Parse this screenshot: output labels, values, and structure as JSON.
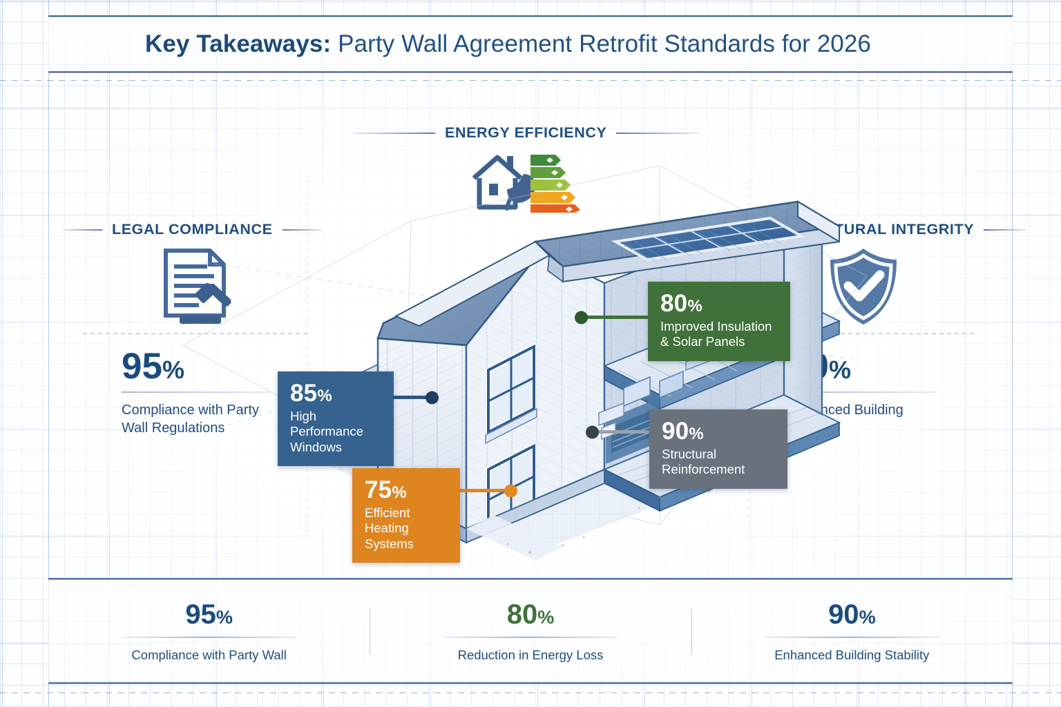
{
  "header": {
    "title_strong": "Key Takeaways:",
    "title_rest": " Party Wall Agreement Retrofit Standards for 2026"
  },
  "sections": {
    "energy": {
      "label": "ENERGY EFFICIENCY",
      "icon": "energy-rating-house-leaf-icon"
    },
    "legal": {
      "label": "LEGAL COMPLIANCE",
      "icon": "document-gavel-icon",
      "percent": "95",
      "percent_symbol": "%",
      "description": "Compliance with Party Wall Regulations"
    },
    "structural": {
      "label": "STRUCTURAL INTEGRITY",
      "icon": "shield-check-icon",
      "percent": "90",
      "percent_symbol": "%",
      "description": "Enhanced Building Stability"
    }
  },
  "callouts": [
    {
      "id": "insulation",
      "percent": "80",
      "percent_symbol": "%",
      "label": "Improved Insulation & Solar Panels",
      "color": "#41713a"
    },
    {
      "id": "windows",
      "percent": "85",
      "percent_symbol": "%",
      "label": "High Performance Windows",
      "color": "#35628f"
    },
    {
      "id": "structural",
      "percent": "90",
      "percent_symbol": "%",
      "label": "Structural Reinforcement",
      "color": "#69717c"
    },
    {
      "id": "heating",
      "percent": "75",
      "percent_symbol": "%",
      "label": "Efficient Heating Systems",
      "color": "#df8520"
    }
  ],
  "footer": {
    "stats": [
      {
        "percent": "95",
        "percent_symbol": "%",
        "label": "Compliance with Party Wall",
        "color": "#1b4b7d"
      },
      {
        "percent": "80",
        "percent_symbol": "%",
        "label": "Reduction in Energy Loss",
        "color": "#41713a"
      },
      {
        "percent": "90",
        "percent_symbol": "%",
        "label": "Enhanced Building Stability",
        "color": "#1b4b7d"
      }
    ]
  },
  "illustration": {
    "name": "isometric-cutaway-house-blueprint",
    "features": [
      "solar-panels",
      "windows",
      "brick-walls",
      "floor-slabs",
      "interior-kitchen"
    ]
  },
  "energy_rating_bars": [
    "#3f8a3b",
    "#5da03c",
    "#9dc23c",
    "#f0a61f",
    "#e4601d"
  ],
  "chart_data": {
    "type": "bar",
    "title": "Key Takeaways: Party Wall Agreement Retrofit Standards for 2026",
    "categories": [
      "Compliance with Party Wall Regulations",
      "High Performance Windows",
      "Improved Insulation & Solar Panels",
      "Structural Reinforcement",
      "Efficient Heating Systems",
      "Enhanced Building Stability",
      "Reduction in Energy Loss"
    ],
    "values": [
      95,
      85,
      80,
      90,
      75,
      90,
      80
    ],
    "ylabel": "Percent",
    "ylim": [
      0,
      100
    ],
    "xlabel": ""
  }
}
